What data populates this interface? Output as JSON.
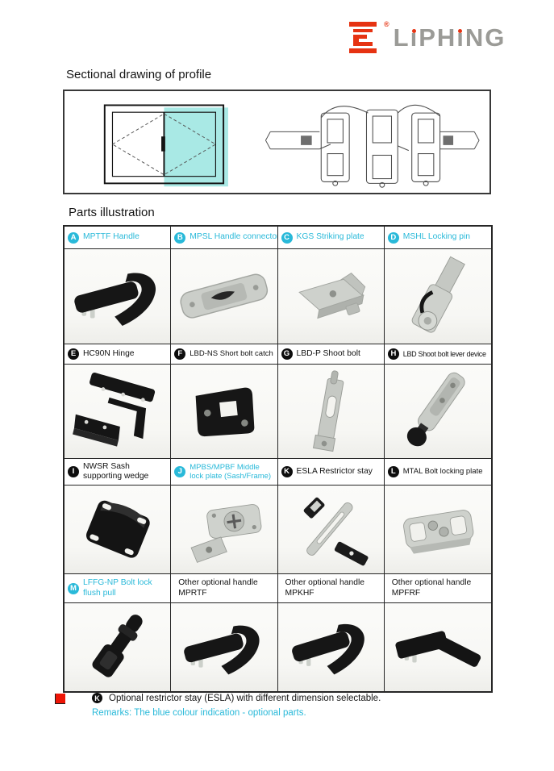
{
  "logo": {
    "brand": "LiPHiNG",
    "registered_mark": "®"
  },
  "headings": {
    "sectional": "Sectional drawing of profile",
    "parts": "Parts illustration"
  },
  "parts": [
    {
      "badge": "A",
      "label": "MPTTF Handle",
      "accent": "cyan"
    },
    {
      "badge": "B",
      "label": "MPSL Handle connector",
      "accent": "cyan"
    },
    {
      "badge": "C",
      "label": "KGS Striking plate",
      "accent": "cyan"
    },
    {
      "badge": "D",
      "label": "MSHL Locking pin",
      "accent": "cyan"
    },
    {
      "badge": "E",
      "label": "HC90N Hinge",
      "accent": "black"
    },
    {
      "badge": "F",
      "label": "LBD-NS Short bolt catch",
      "accent": "black"
    },
    {
      "badge": "G",
      "label": "LBD-P Shoot bolt",
      "accent": "black"
    },
    {
      "badge": "H",
      "label": "LBD Shoot bolt lever device",
      "accent": "black"
    },
    {
      "badge": "I",
      "label": "NWSR Sash\nsupporting wedge",
      "accent": "black"
    },
    {
      "badge": "J",
      "label": "MPBS/MPBF Middle\nlock plate (Sash/Frame)",
      "accent": "cyan"
    },
    {
      "badge": "K",
      "label": "ESLA Restrictor stay",
      "accent": "black"
    },
    {
      "badge": "L",
      "label": "MTAL Bolt locking plate",
      "accent": "black"
    },
    {
      "badge": "M",
      "label": "LFFG-NP Bolt lock\nflush pull",
      "accent": "cyan"
    },
    {
      "badge": null,
      "label": "Other optional handle\nMPRTF",
      "accent": "black"
    },
    {
      "badge": null,
      "label": "Other optional handle\nMPKHF",
      "accent": "black"
    },
    {
      "badge": null,
      "label": "Other optional handle\nMPFRF",
      "accent": "black"
    }
  ],
  "footnote": {
    "badge": "K",
    "text": "Optional restrictor stay (ESLA) with different dimension selectable.",
    "remarks": "Remarks: The blue colour indication - optional parts."
  },
  "colors": {
    "accent_cyan": "#29b9d9",
    "logo_red": "#e63312",
    "logo_gray": "#9b9b97",
    "window_highlight": "#a9e9e5"
  }
}
